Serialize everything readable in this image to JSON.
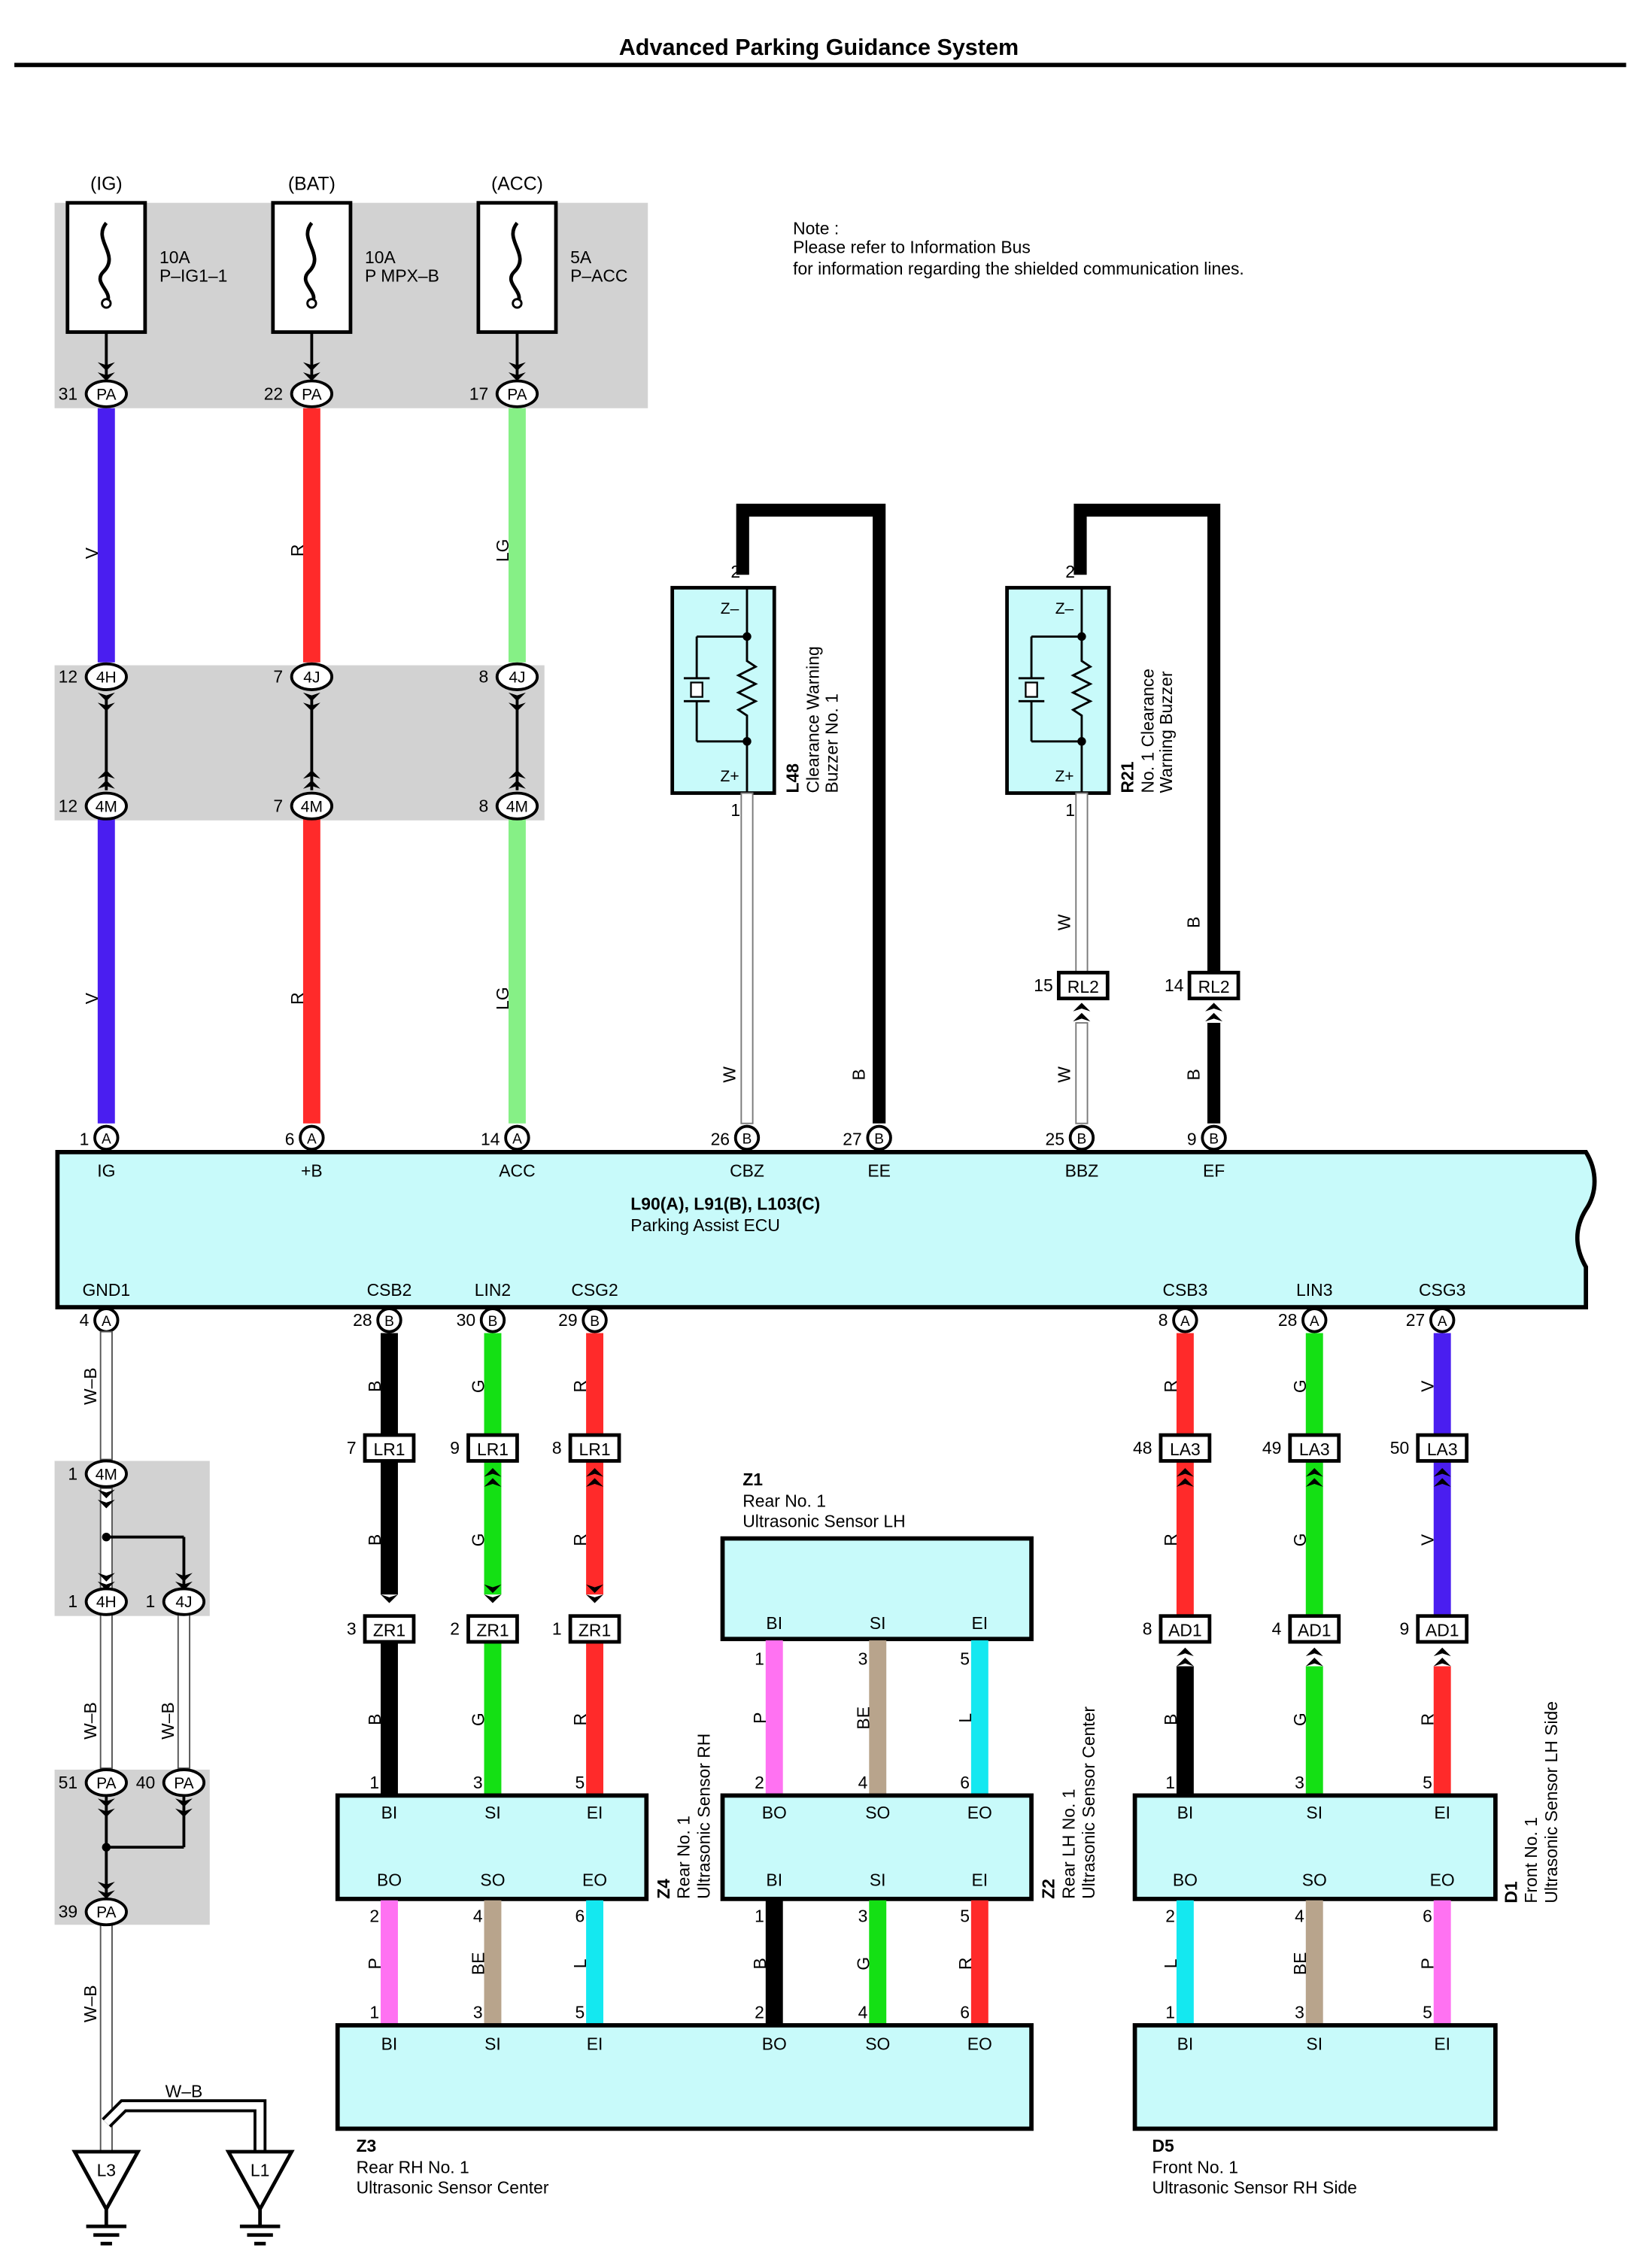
{
  "title": "Advanced Parking Guidance System",
  "note": {
    "line1": "Note :",
    "line2": "Please refer to Information Bus",
    "line3": "for information regarding the shielded communication lines."
  },
  "colors": {
    "V": "#4a1ef0",
    "R": "#ff2a2a",
    "LG": "#86f086",
    "G": "#14e014",
    "B": "#000000",
    "P": "#ff72f2",
    "BE": "#b8a48c",
    "L": "#14e8f0",
    "W": "#ffffff",
    "panel": "#c8fafa",
    "shade": "#d2d2d2"
  },
  "fuses": [
    {
      "supply": "(IG)",
      "amp": "10A",
      "name": "P–IG1–1"
    },
    {
      "supply": "(BAT)",
      "amp": "10A",
      "name": "P MPX–B"
    },
    {
      "supply": "(ACC)",
      "amp": "5A",
      "name": "P–ACC"
    }
  ],
  "upper_connectors": [
    {
      "pin": "31",
      "label": "PA"
    },
    {
      "pin": "22",
      "label": "PA"
    },
    {
      "pin": "17",
      "label": "PA"
    },
    {
      "pin": "12",
      "label": "4H"
    },
    {
      "pin": "7",
      "label": "4J"
    },
    {
      "pin": "8",
      "label": "4J"
    },
    {
      "pin": "12",
      "label": "4M"
    },
    {
      "pin": "7",
      "label": "4M"
    },
    {
      "pin": "8",
      "label": "4M"
    }
  ],
  "wire_colors_top": [
    "V",
    "R",
    "LG"
  ],
  "buzzers": [
    {
      "id": "L48",
      "name_line1": "Clearance Warning",
      "name_line2": "Buzzer No. 1",
      "pin_top": "2",
      "pin_bottom": "1",
      "zminus": "Z–",
      "zplus": "Z+"
    },
    {
      "id": "R21",
      "name_line1": "No. 1 Clearance",
      "name_line2": "Warning Buzzer",
      "pin_top": "2",
      "pin_bottom": "1",
      "zminus": "Z–",
      "zplus": "Z+"
    }
  ],
  "rl2": [
    {
      "pin": "15",
      "label": "RL2"
    },
    {
      "pin": "14",
      "label": "RL2"
    }
  ],
  "ecu": {
    "title": "L90(A), L91(B), L103(C)",
    "name": "Parking Assist ECU",
    "top_pins": [
      {
        "num": "1",
        "conn": "A",
        "term": "IG"
      },
      {
        "num": "6",
        "conn": "A",
        "term": "+B"
      },
      {
        "num": "14",
        "conn": "A",
        "term": "ACC"
      },
      {
        "num": "26",
        "conn": "B",
        "term": "CBZ"
      },
      {
        "num": "27",
        "conn": "B",
        "term": "EE"
      },
      {
        "num": "25",
        "conn": "B",
        "term": "BBZ"
      },
      {
        "num": "9",
        "conn": "B",
        "term": "EF"
      }
    ],
    "bottom_pins": [
      {
        "num": "4",
        "conn": "A",
        "term": "GND1"
      },
      {
        "num": "28",
        "conn": "B",
        "term": "CSB2"
      },
      {
        "num": "30",
        "conn": "B",
        "term": "LIN2"
      },
      {
        "num": "29",
        "conn": "B",
        "term": "CSG2"
      },
      {
        "num": "8",
        "conn": "A",
        "term": "CSB3"
      },
      {
        "num": "28",
        "conn": "A",
        "term": "LIN3"
      },
      {
        "num": "27",
        "conn": "A",
        "term": "CSG3"
      }
    ]
  },
  "ground_connectors": [
    {
      "pin": "1",
      "label": "4M"
    },
    {
      "pin": "1",
      "label": "4H"
    },
    {
      "pin": "1",
      "label": "4J"
    },
    {
      "pin": "51",
      "label": "PA"
    },
    {
      "pin": "40",
      "label": "PA"
    },
    {
      "pin": "39",
      "label": "PA"
    }
  ],
  "grounds": [
    {
      "label": "L3"
    },
    {
      "label": "L1"
    }
  ],
  "wire_wb": "W–B",
  "lr1": [
    {
      "pin": "7",
      "label": "LR1"
    },
    {
      "pin": "9",
      "label": "LR1"
    },
    {
      "pin": "8",
      "label": "LR1"
    }
  ],
  "zr1": [
    {
      "pin": "3",
      "label": "ZR1"
    },
    {
      "pin": "2",
      "label": "ZR1"
    },
    {
      "pin": "1",
      "label": "ZR1"
    }
  ],
  "la3": [
    {
      "pin": "48",
      "label": "LA3"
    },
    {
      "pin": "49",
      "label": "LA3"
    },
    {
      "pin": "50",
      "label": "LA3"
    }
  ],
  "ad1": [
    {
      "pin": "8",
      "label": "AD1"
    },
    {
      "pin": "4",
      "label": "AD1"
    },
    {
      "pin": "9",
      "label": "AD1"
    }
  ],
  "sensors": {
    "z1": {
      "id": "Z1",
      "line1": "Rear No. 1",
      "line2": "Ultrasonic Sensor LH",
      "terms": [
        "BI",
        "SI",
        "EI"
      ],
      "pins": [
        "1",
        "3",
        "5"
      ]
    },
    "z4": {
      "id": "Z4",
      "line1": "Rear No. 1",
      "line2": "Ultrasonic Sensor RH",
      "top_terms": [
        "BI",
        "SI",
        "EI"
      ],
      "bottom_terms": [
        "BO",
        "SO",
        "EO"
      ],
      "top_pins": [
        "1",
        "3",
        "5"
      ],
      "bottom_pins": [
        "2",
        "4",
        "6"
      ]
    },
    "z2": {
      "id": "Z2",
      "line1": "Rear LH No. 1",
      "line2": "Ultrasonic Sensor Center",
      "top_terms": [
        "BO",
        "SO",
        "EO"
      ],
      "bottom_terms": [
        "BI",
        "SI",
        "EI"
      ],
      "top_pins": [
        "2",
        "4",
        "6"
      ],
      "bottom_pins": [
        "1",
        "3",
        "5"
      ]
    },
    "d1": {
      "id": "D1",
      "line1": "Front No. 1",
      "line2": "Ultrasonic Sensor LH Side",
      "top_terms": [
        "BI",
        "SI",
        "EI"
      ],
      "bottom_terms": [
        "BO",
        "SO",
        "EO"
      ],
      "top_pins": [
        "1",
        "3",
        "5"
      ],
      "bottom_pins": [
        "2",
        "4",
        "6"
      ]
    },
    "z3": {
      "id": "Z3",
      "line1": "Rear RH No. 1",
      "line2": "Ultrasonic Sensor Center",
      "terms": [
        "BI",
        "SI",
        "EI",
        "BO",
        "SO",
        "EO"
      ],
      "pins": [
        "1",
        "3",
        "5",
        "2",
        "4",
        "6"
      ]
    },
    "d5": {
      "id": "D5",
      "line1": "Front No. 1",
      "line2": "Ultrasonic Sensor RH Side",
      "terms": [
        "BI",
        "SI",
        "EI"
      ],
      "pins": [
        "1",
        "3",
        "5"
      ]
    }
  },
  "wire_labels": {
    "top_left": [
      "V",
      "R",
      "LG",
      "V",
      "R",
      "LG"
    ],
    "buzzer": [
      "W",
      "B",
      "W",
      "B"
    ],
    "left_group": [
      "B",
      "G",
      "R",
      "B",
      "G",
      "R",
      "B",
      "G",
      "R"
    ],
    "right_group": [
      "R",
      "G",
      "V",
      "R",
      "G",
      "V",
      "B",
      "G",
      "R"
    ],
    "z1_z2": [
      "P",
      "BE",
      "L"
    ],
    "z4_z3": [
      "P",
      "BE",
      "L"
    ],
    "z2_z3": [
      "B",
      "G",
      "R"
    ],
    "d1_d5": [
      "L",
      "BE",
      "P"
    ]
  }
}
